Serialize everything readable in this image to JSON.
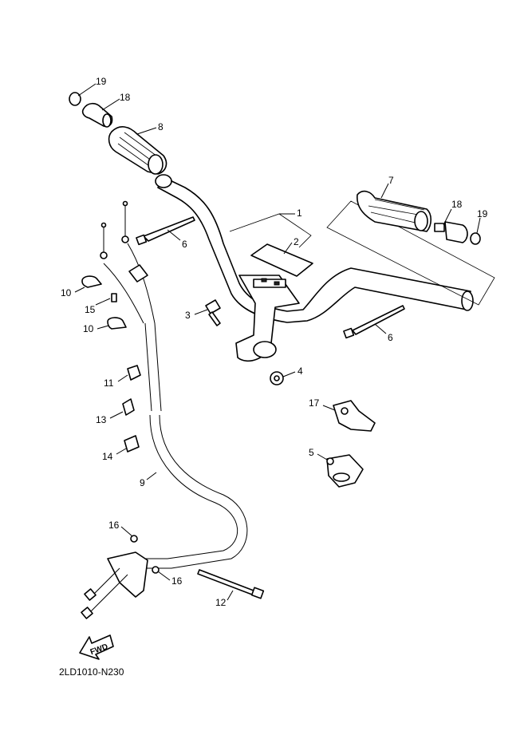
{
  "diagram_code": "2LD1010-N230",
  "fwd_label": "FWD",
  "callouts": [
    {
      "id": "c19a",
      "text": "19"
    },
    {
      "id": "c18a",
      "text": "18"
    },
    {
      "id": "c8",
      "text": "8"
    },
    {
      "id": "c7",
      "text": "7"
    },
    {
      "id": "c1",
      "text": "1"
    },
    {
      "id": "c2",
      "text": "2"
    },
    {
      "id": "c18b",
      "text": "18"
    },
    {
      "id": "c19b",
      "text": "19"
    },
    {
      "id": "c6a",
      "text": "6"
    },
    {
      "id": "c6b",
      "text": "6"
    },
    {
      "id": "c3",
      "text": "3"
    },
    {
      "id": "c4",
      "text": "4"
    },
    {
      "id": "c10a",
      "text": "10"
    },
    {
      "id": "c15",
      "text": "15"
    },
    {
      "id": "c10b",
      "text": "10"
    },
    {
      "id": "c11",
      "text": "11"
    },
    {
      "id": "c13",
      "text": "13"
    },
    {
      "id": "c14",
      "text": "14"
    },
    {
      "id": "c9",
      "text": "9"
    },
    {
      "id": "c17",
      "text": "17"
    },
    {
      "id": "c5",
      "text": "5"
    },
    {
      "id": "c16a",
      "text": "16"
    },
    {
      "id": "c16b",
      "text": "16"
    },
    {
      "id": "c12",
      "text": "12"
    }
  ]
}
